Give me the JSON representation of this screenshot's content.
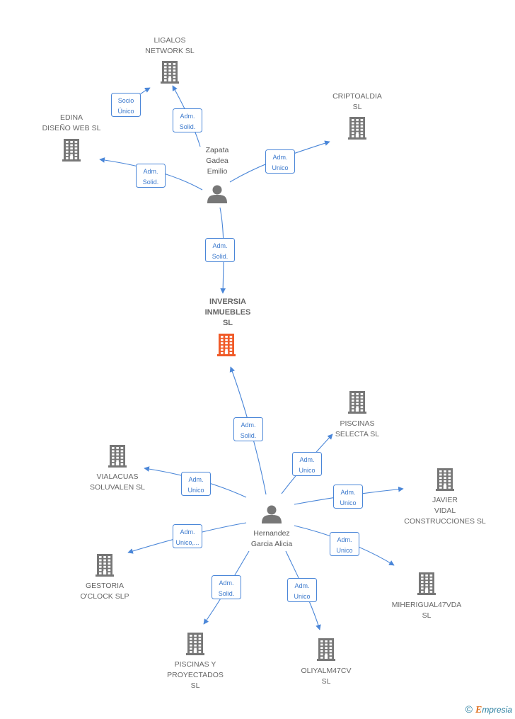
{
  "colors": {
    "company": "#777777",
    "main_company": "#f05a28",
    "person": "#777777",
    "edge": "#4a86d8"
  },
  "nodes": [
    {
      "id": "ligalos",
      "type": "company",
      "label": [
        "LIGALOS",
        "NETWORK  SL"
      ]
    },
    {
      "id": "edina",
      "type": "company",
      "label": [
        "EDINA",
        "DISEÑO WEB SL"
      ]
    },
    {
      "id": "criptoaldia",
      "type": "company",
      "label": [
        "CRIPTOALDIA",
        "SL"
      ]
    },
    {
      "id": "zapata",
      "type": "person",
      "label": [
        "Zapata",
        "Gadea",
        "Emilio"
      ]
    },
    {
      "id": "inversia",
      "type": "main",
      "label": [
        "INVERSIA",
        "INMUEBLES",
        "SL"
      ]
    },
    {
      "id": "piscinas_selecta",
      "type": "company",
      "label": [
        "PISCINAS",
        "SELECTA  SL"
      ]
    },
    {
      "id": "vialacuas",
      "type": "company",
      "label": [
        "VIALACUAS",
        "SOLUVALEN  SL"
      ]
    },
    {
      "id": "javier_vidal",
      "type": "company",
      "label": [
        "JAVIER",
        "VIDAL",
        "CONSTRUCCIONES SL"
      ]
    },
    {
      "id": "hernandez",
      "type": "person",
      "label": [
        "Hernandez",
        "Garcia Alicia"
      ]
    },
    {
      "id": "gestoria",
      "type": "company",
      "label": [
        "GESTORIA",
        "O'CLOCK  SLP"
      ]
    },
    {
      "id": "mihierigual",
      "type": "company",
      "label": [
        "MIHERIGUAL47VDA",
        "SL"
      ]
    },
    {
      "id": "piscinas_proy",
      "type": "company",
      "label": [
        "PISCINAS Y",
        "PROYECTADOS",
        "SL"
      ]
    },
    {
      "id": "oliyalm",
      "type": "company",
      "label": [
        "OLIYALM47CV",
        "SL"
      ]
    }
  ],
  "edges": [
    {
      "from": "edina",
      "to": "ligalos",
      "label": [
        "Socio",
        "Único"
      ]
    },
    {
      "from": "zapata",
      "to": "ligalos",
      "label": [
        "Adm.",
        "Solid."
      ]
    },
    {
      "from": "zapata",
      "to": "edina",
      "label": [
        "Adm.",
        "Solid."
      ]
    },
    {
      "from": "zapata",
      "to": "criptoaldia",
      "label": [
        "Adm.",
        "Unico"
      ]
    },
    {
      "from": "zapata",
      "to": "inversia",
      "label": [
        "Adm.",
        "Solid."
      ]
    },
    {
      "from": "hernandez",
      "to": "inversia",
      "label": [
        "Adm.",
        "Solid."
      ]
    },
    {
      "from": "hernandez",
      "to": "piscinas_selecta",
      "label": [
        "Adm.",
        "Unico"
      ]
    },
    {
      "from": "hernandez",
      "to": "vialacuas",
      "label": [
        "Adm.",
        "Unico"
      ]
    },
    {
      "from": "hernandez",
      "to": "javier_vidal",
      "label": [
        "Adm.",
        "Unico"
      ]
    },
    {
      "from": "hernandez",
      "to": "gestoria",
      "label": [
        "Adm.",
        "Unico,..."
      ]
    },
    {
      "from": "hernandez",
      "to": "mihierigual",
      "label": [
        "Adm.",
        "Unico"
      ]
    },
    {
      "from": "hernandez",
      "to": "piscinas_proy",
      "label": [
        "Adm.",
        "Solid."
      ]
    },
    {
      "from": "hernandez",
      "to": "oliyalm",
      "label": [
        "Adm.",
        "Unico"
      ]
    }
  ],
  "footer": {
    "copyright": "©",
    "brand_first": "E",
    "brand_rest": "mpresia"
  }
}
